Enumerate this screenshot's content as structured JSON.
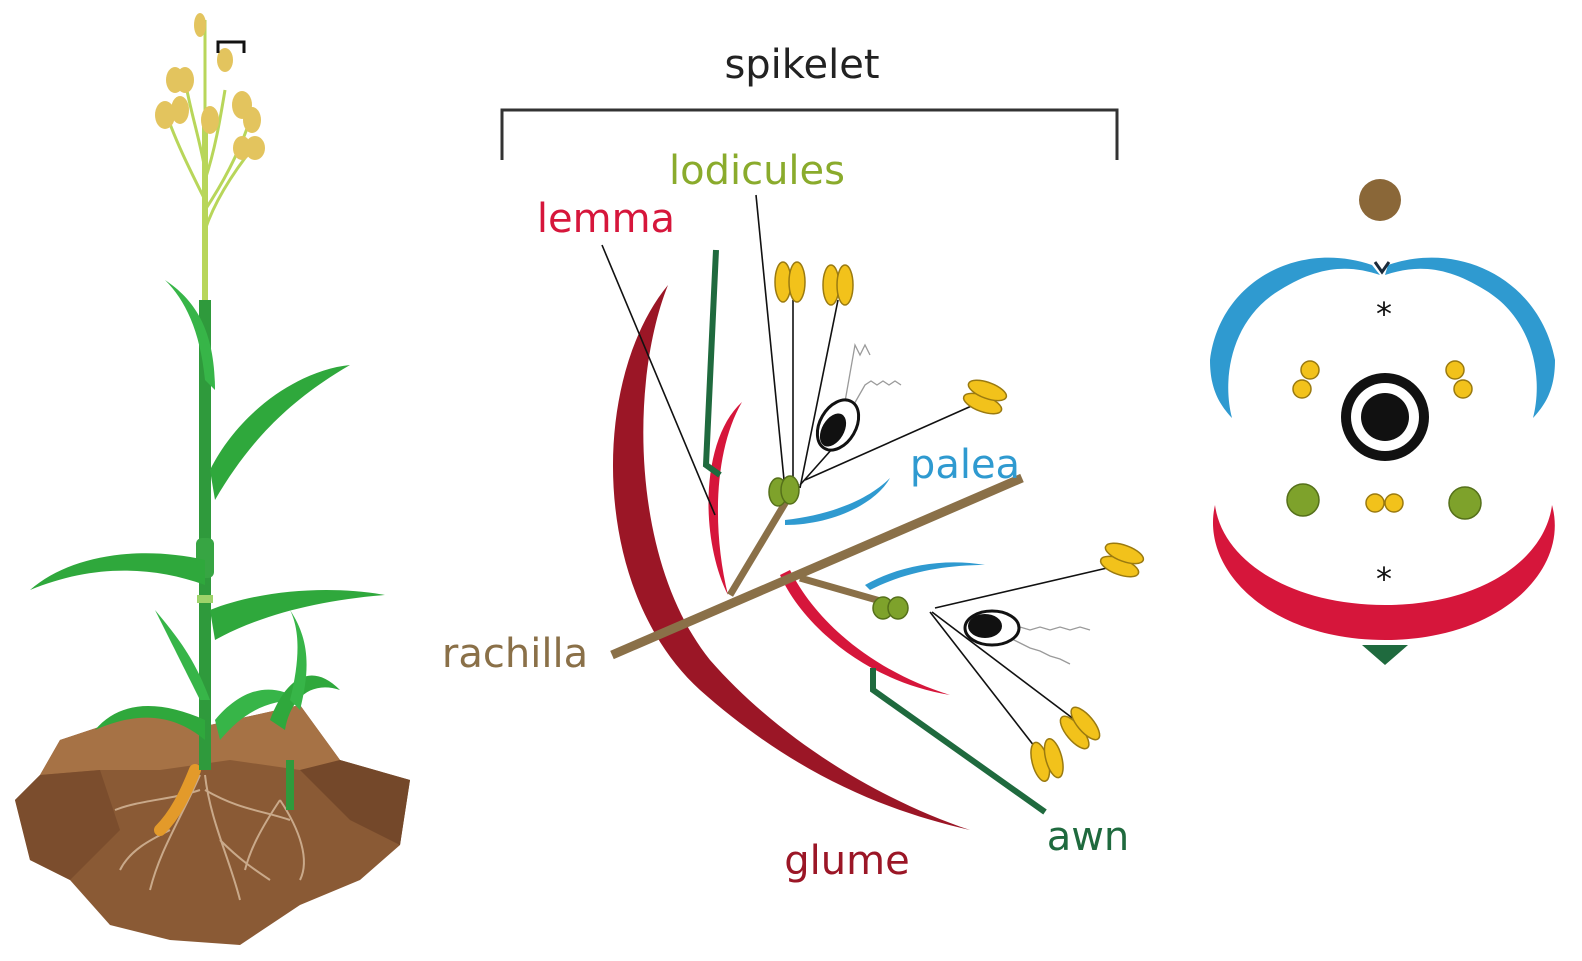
{
  "labels": {
    "spikelet": "spikelet",
    "lodicules": "lodicules",
    "lemma": "lemma",
    "palea": "palea",
    "rachilla": "rachilla",
    "glume": "glume",
    "awn": "awn",
    "asterisk_top": "*",
    "asterisk_bottom": "*"
  },
  "colors": {
    "spikelet": "#222222",
    "lodicules": "#8aab2c",
    "lemma": "#d6163b",
    "palea": "#2f9ad0",
    "rachilla": "#8a7048",
    "glume": "#9b1626",
    "awn": "#1f6a3e",
    "anther": "#f2c21b",
    "lodicule_fill": "#7ea22b",
    "leaf": "#2fa83c",
    "soil": "#8a5a35",
    "spike_top": "#e3c45e"
  }
}
